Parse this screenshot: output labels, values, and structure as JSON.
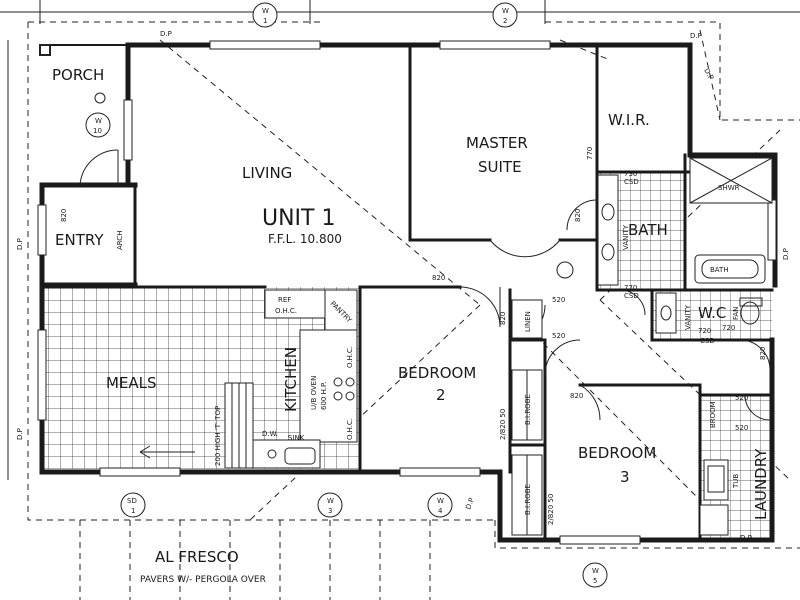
{
  "rooms": {
    "porch": "PORCH",
    "living": "LIVING",
    "master_line1": "MASTER",
    "master_line2": "SUITE",
    "wir": "W.I.R.",
    "entry": "ENTRY",
    "bath": "BATH",
    "wc": "W.C",
    "meals": "MEALS",
    "kitchen": "KITCHEN",
    "bedroom2_line1": "BEDROOM",
    "bedroom2_line2": "2",
    "bedroom3_line1": "BEDROOM",
    "bedroom3_line2": "3",
    "laundry": "LAUNDRY",
    "alfresco": "AL FRESCO",
    "alfresco_note": "PAVERS W/- PERGOLA OVER"
  },
  "unit": {
    "name": "UNIT 1",
    "ffl": "F.F.L. 10.800"
  },
  "fixtures": {
    "ref": "REF",
    "ohc_top": "O.H.C.",
    "pantry": "PANTRY",
    "uboven_line1": "U/B OVEN",
    "uboven_line2": "600 H.P.",
    "ohc_right1": "O.H.C.",
    "ohc_right2": "O.H.C.",
    "counter_note": "200 HIGH 'T' TOP",
    "dw": "D.W.",
    "sink": "SINK",
    "vanity_bath": "VANITY",
    "vanity_wc": "VANITY",
    "fan": "FAN",
    "bath_tub": "BATH",
    "shwr": "SHWR",
    "linen": "LINEN",
    "robe2": "B.I.ROBE",
    "robe3": "B.I.ROBE",
    "broom": "BROOM",
    "tub": "TUB",
    "arch": "ARCH",
    "csd1": "CSD",
    "csd2": "CSD",
    "csd3": "CSD"
  },
  "doors": {
    "d1": "820",
    "d2": "820",
    "d3": "820",
    "d4": "770",
    "d5": "730",
    "d6": "770",
    "d7": "720",
    "d8": "820",
    "d9": "520",
    "d10": "520",
    "d11": "820",
    "d12": "520",
    "d13": "520",
    "d14": "720",
    "d15": "820",
    "robe2_dims": "2/820 50",
    "robe3_dims": "2/820 50"
  },
  "markers": {
    "w1": "W",
    "w1n": "1",
    "w2": "W",
    "w2n": "2",
    "w10": "W",
    "w10n": "10",
    "sd1": "SD",
    "sd1n": "1",
    "w3": "W",
    "w3n": "3",
    "w4": "W",
    "w4n": "4",
    "w5": "W",
    "w5n": "5"
  },
  "edge": {
    "dp1": "D.P",
    "dp2": "D.P",
    "dp3": "D.P",
    "dp4": "D.P",
    "dp5": "D.P",
    "dp6": "D.P",
    "dp7": "D.P",
    "dp8": "D.P"
  }
}
